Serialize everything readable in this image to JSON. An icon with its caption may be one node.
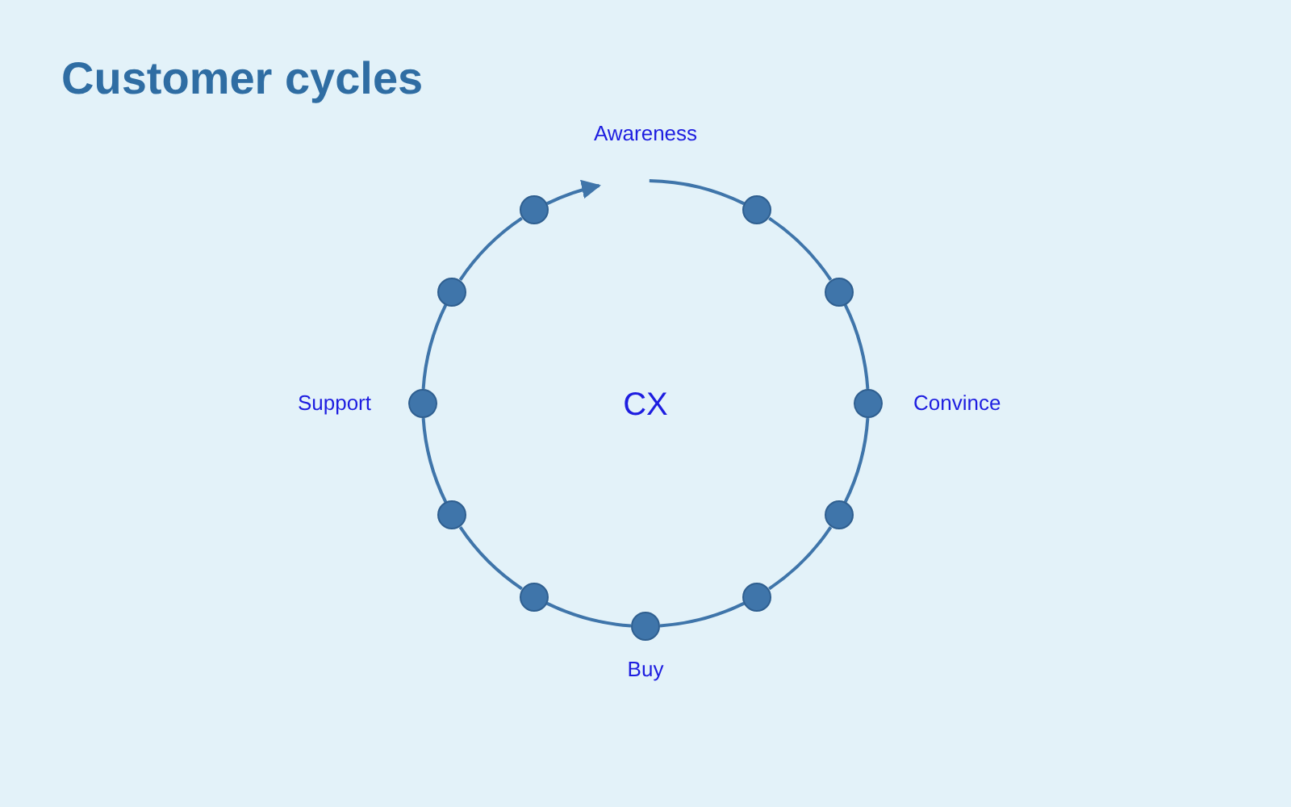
{
  "diagram": {
    "title": "Customer cycles",
    "nodes": [
      {
        "text": [],
        "shape": "circle"
      },
      {
        "text": [],
        "shape": "circle"
      },
      {
        "text": [],
        "shape": "circle",
        "beside": [
          "Convince"
        ]
      },
      {
        "text": [],
        "shape": "circle"
      },
      {
        "text": [],
        "shape": "circle"
      },
      {
        "text": [],
        "shape": "circle",
        "beside": [
          "Buy"
        ]
      },
      {
        "text": [],
        "shape": "circle"
      },
      {
        "text": [],
        "shape": "circle"
      },
      {
        "text": [],
        "shape": "circle",
        "beside": [
          "Support"
        ]
      },
      {
        "text": [],
        "shape": "circle"
      },
      {
        "text": [],
        "shape": "circle"
      }
    ],
    "edges": [
      {
        "from": null,
        "to": 0,
        "arrow": "none"
      },
      {
        "from": 0,
        "to": 1,
        "arrow": "none"
      },
      {
        "from": 1,
        "to": 2,
        "arrow": "none"
      },
      {
        "from": 2,
        "to": 3,
        "arrow": "none"
      },
      {
        "from": 3,
        "to": 4,
        "arrow": "none"
      },
      {
        "from": 4,
        "to": 5,
        "arrow": "none"
      },
      {
        "from": 5,
        "to": 6,
        "arrow": "none"
      },
      {
        "from": 6,
        "to": 7,
        "arrow": "none"
      },
      {
        "from": 7,
        "to": 8,
        "arrow": "none"
      },
      {
        "from": 8,
        "to": 9,
        "arrow": "none"
      },
      {
        "from": 9,
        "to": 10,
        "arrow": "none"
      },
      {
        "from": 10,
        "to": null,
        "arrow": "to"
      }
    ],
    "labels": [
      "Awareness",
      "CX"
    ]
  }
}
